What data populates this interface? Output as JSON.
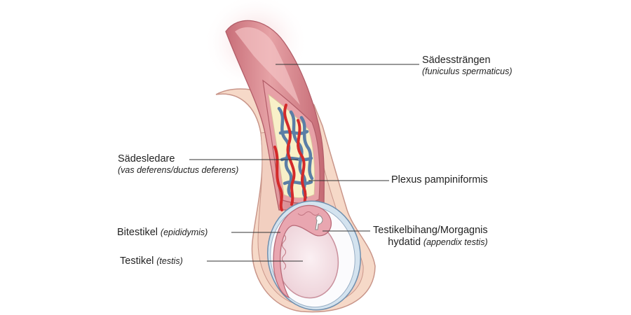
{
  "labels": {
    "spermatic_cord": {
      "name": "Sädessträngen",
      "latin": "(funiculus spermaticus)"
    },
    "vas_deferens": {
      "name": "Sädesledare",
      "latin": "(vas deferens/ductus deferens)"
    },
    "pampiniform": {
      "name": "Plexus pampiniformis"
    },
    "epididymis": {
      "name": "Bitestikel",
      "latin": "(epididymis)"
    },
    "appendix": {
      "name_line1": "Testikelbihang/Morgagnis",
      "name_line2": "hydatid",
      "latin": "(appendix testis)"
    },
    "testis": {
      "name": "Testikel",
      "latin": "(testis)"
    }
  },
  "colors": {
    "skin": "#f6d9c8",
    "skin_outline": "#c9968a",
    "cord_pink": "#df8f96",
    "cord_dark": "#c9707a",
    "fat_yellow": "#f8f0c8",
    "vein_blue": "#5b7ea6",
    "artery_red": "#d42a2a",
    "testis_fill": "#f7e4e8",
    "tunica_blue": "#d4e3ef",
    "epididymis_pink": "#e9a6b0",
    "leader_line": "#333333"
  }
}
